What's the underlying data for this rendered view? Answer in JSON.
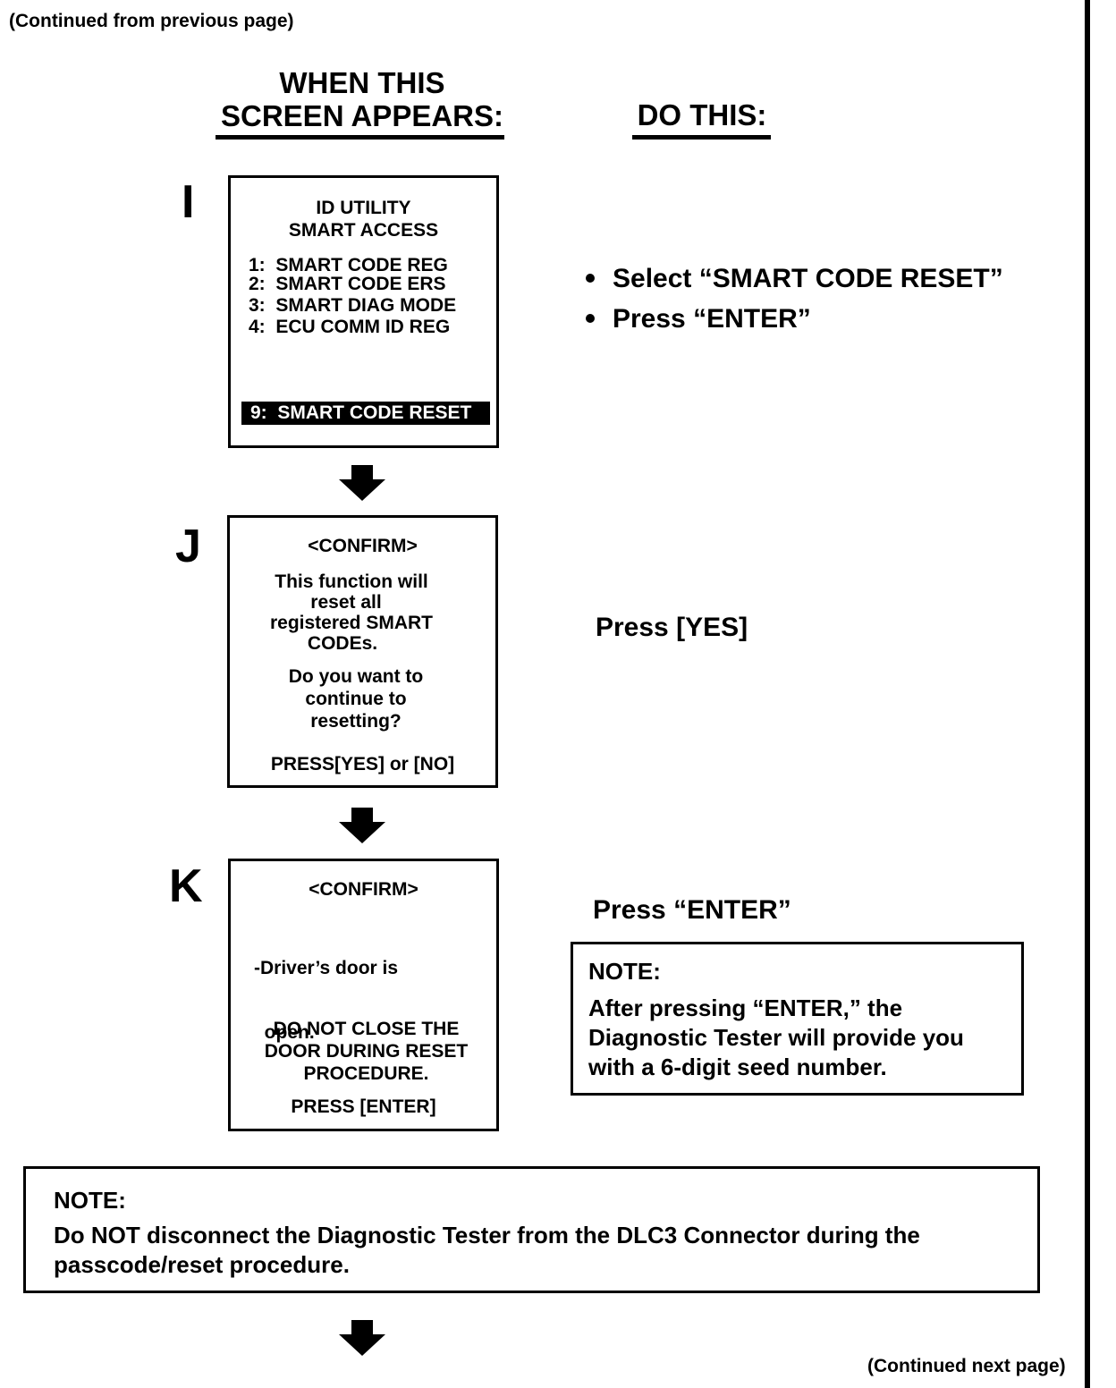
{
  "page": {
    "continued_from": "(Continued from previous page)",
    "continued_next": "(Continued next page)"
  },
  "headers": {
    "left_line1": "WHEN THIS",
    "left_line2": "SCREEN APPEARS:",
    "right": "DO THIS:"
  },
  "step_i": {
    "letter": "I",
    "screen": {
      "title1": "ID UTILITY",
      "title2": "SMART ACCESS",
      "items": [
        "1:  SMART CODE REG",
        "2:  SMART CODE ERS",
        "3:  SMART DIAG MODE",
        "4:  ECU COMM ID REG"
      ],
      "selected": "9:  SMART CODE RESET"
    },
    "instructions": [
      "Select “SMART CODE RESET”",
      "Press “ENTER”"
    ]
  },
  "step_j": {
    "letter": "J",
    "screen": {
      "header": "<CONFIRM>",
      "msg1": [
        "This function will",
        "reset all",
        "registered SMART",
        "CODEs."
      ],
      "msg2": [
        "Do you want to",
        "continue to",
        "resetting?"
      ],
      "footer": "PRESS[YES] or [NO]"
    },
    "instruction": "Press [YES]"
  },
  "step_k": {
    "letter": "K",
    "screen": {
      "header": "<CONFIRM>",
      "msg1": [
        "-Driver’s door is",
        "  open."
      ],
      "msg2": [
        "DO NOT CLOSE THE",
        "DOOR DURING RESET",
        "PROCEDURE."
      ],
      "footer": "PRESS [ENTER]"
    },
    "instruction": "Press “ENTER”",
    "note": {
      "title": "NOTE:",
      "body": [
        "After pressing “ENTER,” the",
        "Diagnostic Tester will provide you",
        "with a 6-digit seed number."
      ]
    }
  },
  "bottom_note": {
    "title": "NOTE:",
    "body": [
      "Do NOT disconnect the Diagnostic Tester from the DLC3 Connector during the",
      "passcode/reset procedure."
    ]
  }
}
